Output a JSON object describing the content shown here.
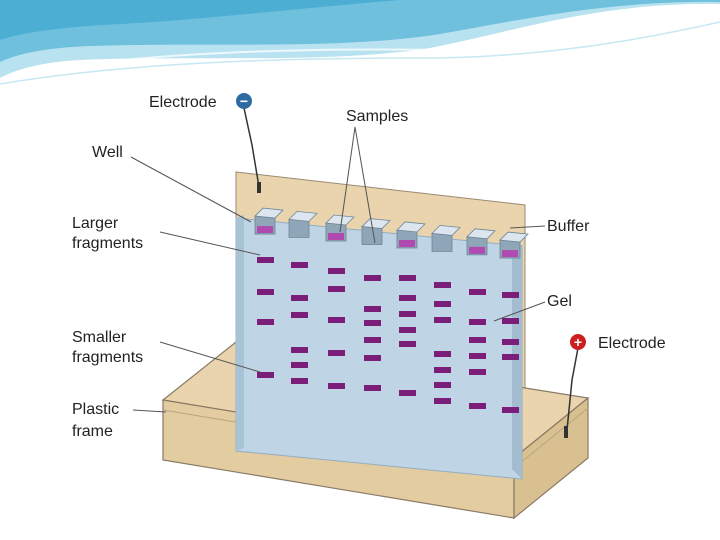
{
  "diagram": {
    "labels": {
      "electrode_negative": "Electrode",
      "samples": "Samples",
      "well": "Well",
      "larger_fragments_line1": "Larger",
      "larger_fragments_line2": "fragments",
      "buffer": "Buffer",
      "gel": "Gel",
      "electrode_positive": "Electrode",
      "smaller_fragments_line1": "Smaller",
      "smaller_fragments_line2": "fragments",
      "plastic_frame_line1": "Plastic",
      "plastic_frame_line2": "frame"
    },
    "symbols": {
      "minus": "−",
      "plus": "+"
    },
    "colors": {
      "buffer": "#e9d4ad",
      "gel": "#bfd5e6",
      "gel_edge": "#94adc3",
      "dna_band": "#7a1e7a",
      "sample_in_well": "#b04ab0",
      "electrode_negative": "#2c6ca3",
      "electrode_positive": "#cc2020",
      "header_wave": "#5bb8d8"
    }
  }
}
